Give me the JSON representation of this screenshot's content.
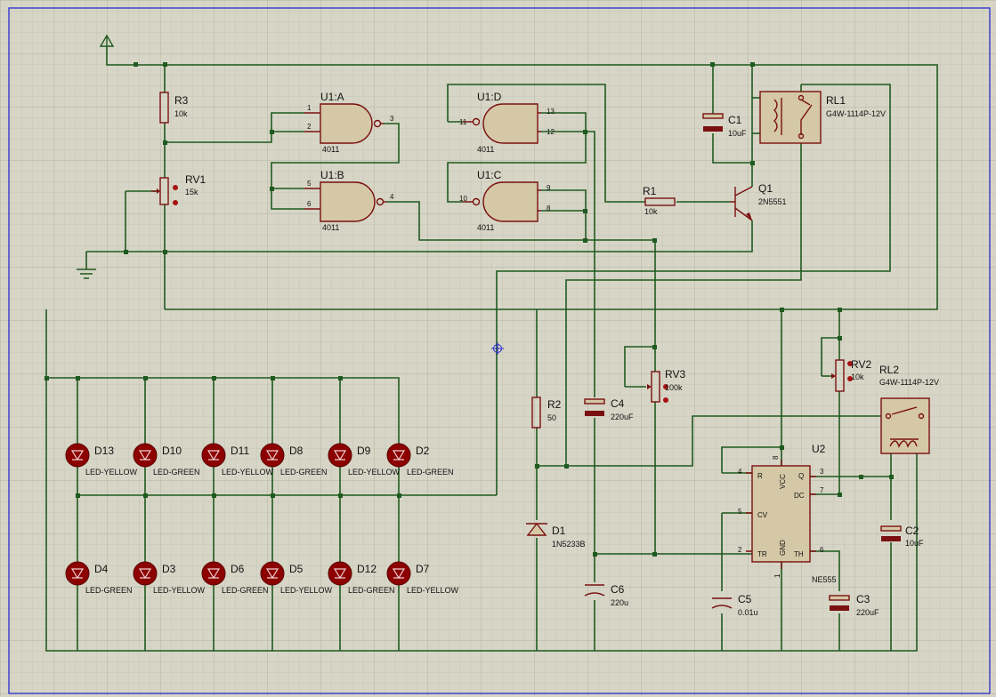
{
  "components": {
    "R3": {
      "ref": "R3",
      "value": "10k"
    },
    "RV1": {
      "ref": "RV1",
      "value": "15k"
    },
    "U1A": {
      "ref": "U1:A",
      "value": "4011",
      "pins": [
        "1",
        "2",
        "3"
      ]
    },
    "U1B": {
      "ref": "U1:B",
      "value": "4011",
      "pins": [
        "5",
        "6",
        "4"
      ]
    },
    "U1D": {
      "ref": "U1:D",
      "value": "4011",
      "pins": [
        "11",
        "12",
        "13"
      ]
    },
    "U1C": {
      "ref": "U1:C",
      "value": "4011",
      "pins": [
        "10",
        "8",
        "9"
      ]
    },
    "C1": {
      "ref": "C1",
      "value": "10uF"
    },
    "RL1": {
      "ref": "RL1",
      "value": "G4W-1114P-12V"
    },
    "R1": {
      "ref": "R1",
      "value": "10k"
    },
    "Q1": {
      "ref": "Q1",
      "value": "2N5551"
    },
    "RV3": {
      "ref": "RV3",
      "value": "100k"
    },
    "RV2": {
      "ref": "RV2",
      "value": "10k"
    },
    "RL2": {
      "ref": "RL2",
      "value": "G4W-1114P-12V"
    },
    "R2": {
      "ref": "R2",
      "value": "50"
    },
    "C4": {
      "ref": "C4",
      "value": "220uF"
    },
    "D1": {
      "ref": "D1",
      "value": "1N5233B"
    },
    "C6": {
      "ref": "C6",
      "value": "220u"
    },
    "C5": {
      "ref": "C5",
      "value": "0.01u"
    },
    "U2": {
      "ref": "U2",
      "value": "NE555",
      "pins": {
        "R": "R",
        "VCC": "VCC",
        "DC": "DC",
        "CV": "CV",
        "TR": "TR",
        "GND": "GND",
        "TH": "TH",
        "Q": "Q"
      },
      "pin_numbers": {
        "n4": "4",
        "n8": "8",
        "n3": "3",
        "n7": "7",
        "n5": "5",
        "n2": "2",
        "n6": "6",
        "n1": "1"
      }
    },
    "C2": {
      "ref": "C2",
      "value": "10uF"
    },
    "C3": {
      "ref": "C3",
      "value": "220uF"
    }
  },
  "leds_top": [
    {
      "ref": "D13",
      "value": "LED-YELLOW"
    },
    {
      "ref": "D10",
      "value": "LED-GREEN"
    },
    {
      "ref": "D11",
      "value": "LED-YELLOW"
    },
    {
      "ref": "D8",
      "value": "LED-GREEN"
    },
    {
      "ref": "D9",
      "value": "LED-YELLOW"
    },
    {
      "ref": "D2",
      "value": "LED-GREEN"
    }
  ],
  "leds_bottom": [
    {
      "ref": "D4",
      "value": "LED-GREEN"
    },
    {
      "ref": "D3",
      "value": "LED-YELLOW"
    },
    {
      "ref": "D6",
      "value": "LED-GREEN"
    },
    {
      "ref": "D5",
      "value": "LED-YELLOW"
    },
    {
      "ref": "D12",
      "value": "LED-GREEN"
    },
    {
      "ref": "D7",
      "value": "LED-YELLOW"
    }
  ],
  "colors": {
    "background": "#d6d5c6",
    "grid": "#c2c1b1",
    "grid_major": "#b3b2a1",
    "wire": "#1f5a1f",
    "component": "#7a1010",
    "component_fill": "#d4c8a6",
    "led": "#8c0000",
    "border": "#2a2acf"
  }
}
